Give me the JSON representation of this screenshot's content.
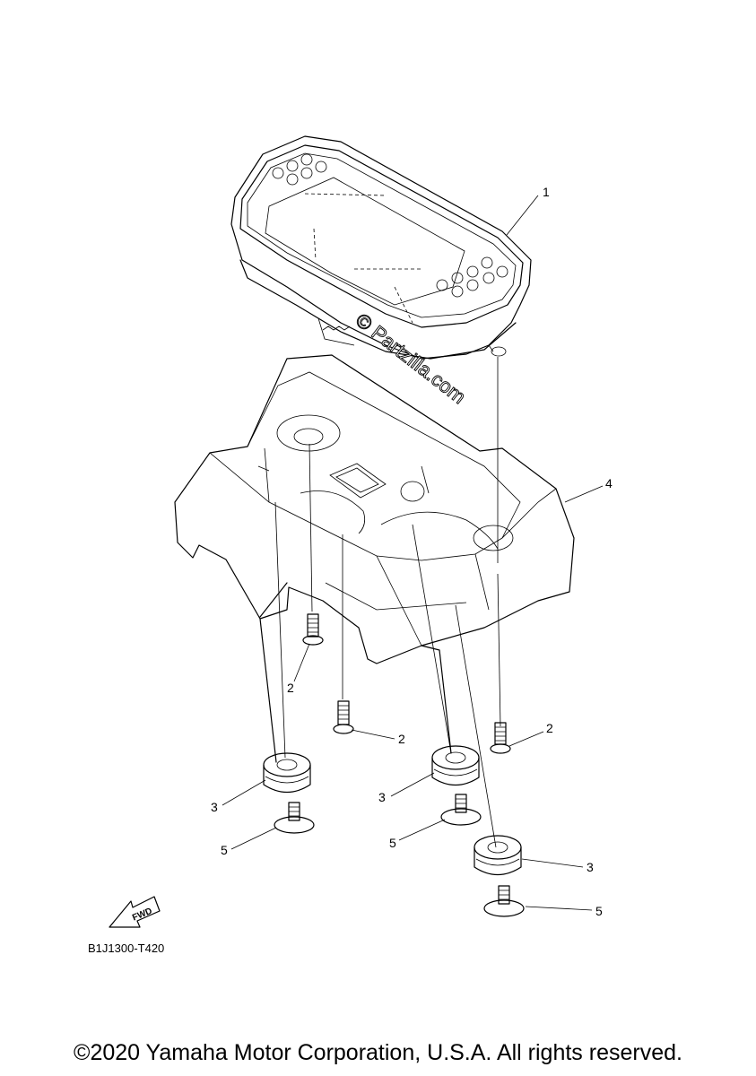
{
  "callouts": {
    "c1": "1",
    "c2a": "2",
    "c2b": "2",
    "c2c": "2",
    "c3a": "3",
    "c3b": "3",
    "c3c": "3",
    "c4": "4",
    "c5a": "5",
    "c5b": "5",
    "c5c": "5"
  },
  "fwd_label": "FWD",
  "diagram_code": "B1J1300-T420",
  "watermark": "© Partzilla.com",
  "copyright": "©2020 Yamaha Motor Corporation, U.S.A. All rights reserved."
}
